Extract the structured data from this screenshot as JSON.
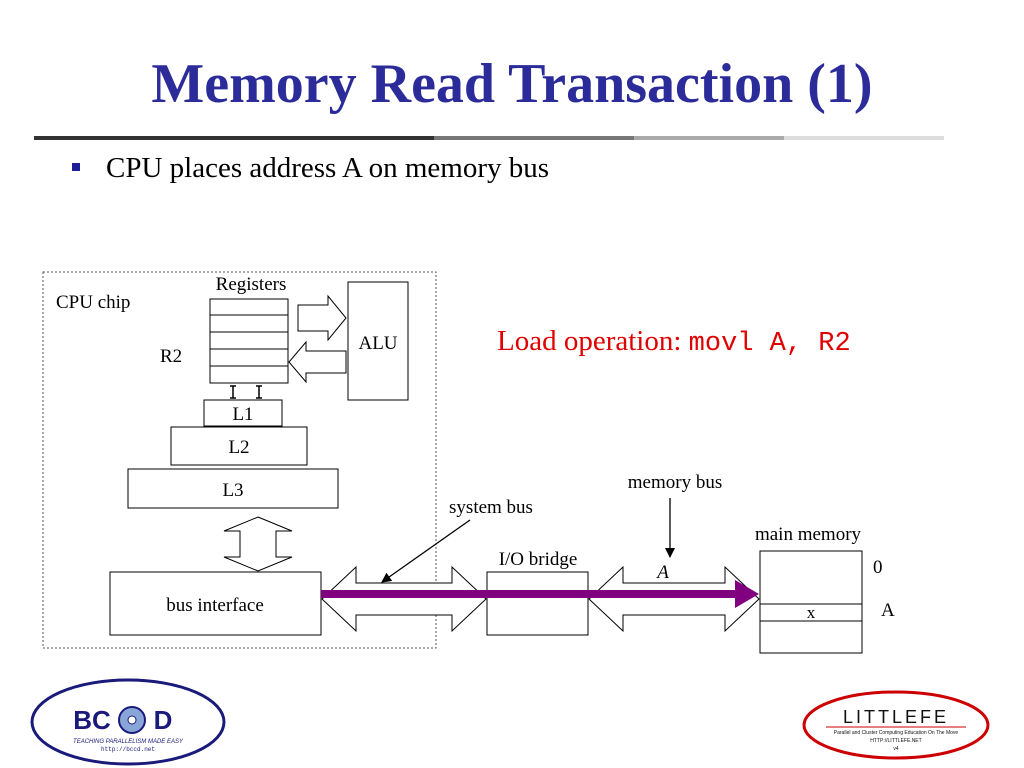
{
  "slide": {
    "title": "Memory Read Transaction (1)",
    "bullets": [
      "CPU places address A on memory bus"
    ]
  },
  "load_operation": {
    "label": "Load operation: ",
    "code": "movl A, R2"
  },
  "diagram": {
    "cpu_chip_label": "CPU chip",
    "registers_label": "Registers",
    "register_r2_label": "R2",
    "alu_label": "ALU",
    "cache_l1": "L1",
    "cache_l2": "L2",
    "cache_l3": "L3",
    "bus_interface": "bus interface",
    "system_bus": "system bus",
    "io_bridge": "I/O bridge",
    "memory_bus": "memory bus",
    "address_on_bus": "A",
    "main_memory": "main memory",
    "memory_address_zero": "0",
    "memory_address_a": "A",
    "memory_cell_value": "x"
  },
  "logos": {
    "bccd": {
      "name": "BCCD",
      "tagline": "Teaching Parallelism Made Easy",
      "url": "http://bccd.net"
    },
    "littlefe": {
      "name": "LittleFe",
      "tagline": "Parallel and Cluster Computing Education On The Move",
      "url": "http://LittleFe.net",
      "version": "v4"
    }
  },
  "colors": {
    "title": "#2b2b9a",
    "bus_highlight": "#800080",
    "load_op": "#e00000"
  }
}
